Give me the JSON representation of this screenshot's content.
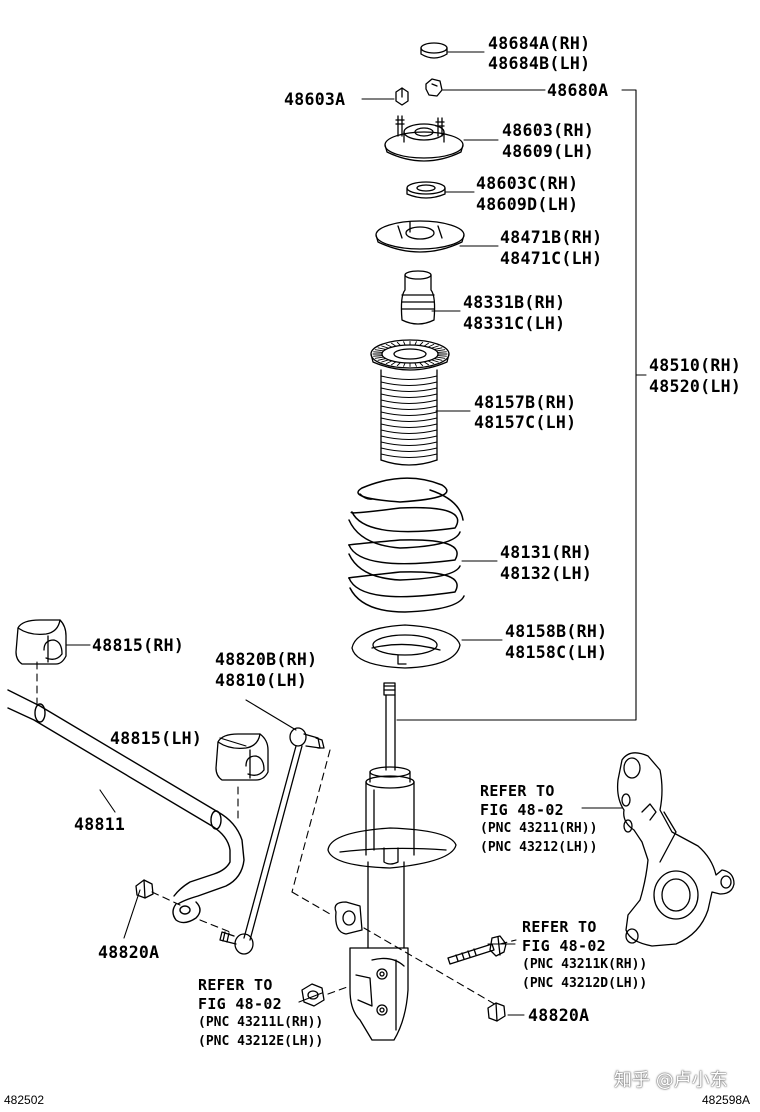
{
  "labels": {
    "l48684a": "48684A(RH)",
    "l48684b": "48684B(LH)",
    "l48603a": "48603A",
    "l48680a": "48680A",
    "l48603": "48603(RH)",
    "l48609": "48609(LH)",
    "l48603c": "48603C(RH)",
    "l48609d": "48609D(LH)",
    "l48471b": "48471B(RH)",
    "l48471c": "48471C(LH)",
    "l48331b": "48331B(RH)",
    "l48331c": "48331C(LH)",
    "l48510": "48510(RH)",
    "l48520": "48520(LH)",
    "l48157b": "48157B(RH)",
    "l48157c": "48157C(LH)",
    "l48131": "48131(RH)",
    "l48132": "48132(LH)",
    "l48815rh": "48815(RH)",
    "l48158b": "48158B(RH)",
    "l48158c": "48158C(LH)",
    "l48820b": "48820B(RH)",
    "l48810": "48810(LH)",
    "l48815lh": "48815(LH)",
    "l48811": "48811",
    "l48820a_left": "48820A",
    "l48820a_bottom": "48820A"
  },
  "refers": {
    "knuckle": {
      "line1": "REFER TO",
      "line2": "FIG 48-02",
      "pnc1": "(PNC 43211(RH))",
      "pnc2": "(PNC 43212(LH))"
    },
    "bolt": {
      "line1": "REFER TO",
      "line2": "FIG 48-02",
      "pnc1": "(PNC 43211K(RH))",
      "pnc2": "(PNC 43212D(LH))"
    },
    "nut": {
      "line1": "REFER TO",
      "line2": "FIG 48-02",
      "pnc1": "(PNC 43211L(RH))",
      "pnc2": "(PNC 43212E(LH))"
    }
  },
  "footer": {
    "left_code": "482502",
    "right_code": "482598A",
    "watermark": "知乎 @卢小东"
  }
}
